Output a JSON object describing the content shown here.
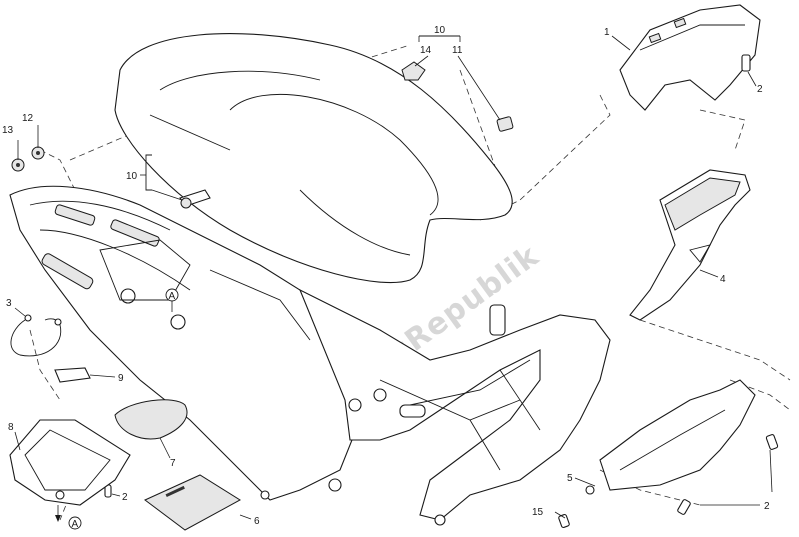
{
  "watermark": "PartsRepublik",
  "callouts": {
    "c1": "1",
    "c2a": "2",
    "c2b": "2",
    "c2c": "2",
    "c3": "3",
    "c4": "4",
    "c5": "5",
    "c6": "6",
    "c7": "7",
    "c8": "8",
    "c9": "9",
    "c10a": "10",
    "c10b": "10",
    "c11": "11",
    "c12": "12",
    "c13": "13",
    "c14": "14",
    "c15": "15"
  },
  "refs": {
    "ref_a_upper": "A",
    "ref_a_lower": "A"
  }
}
